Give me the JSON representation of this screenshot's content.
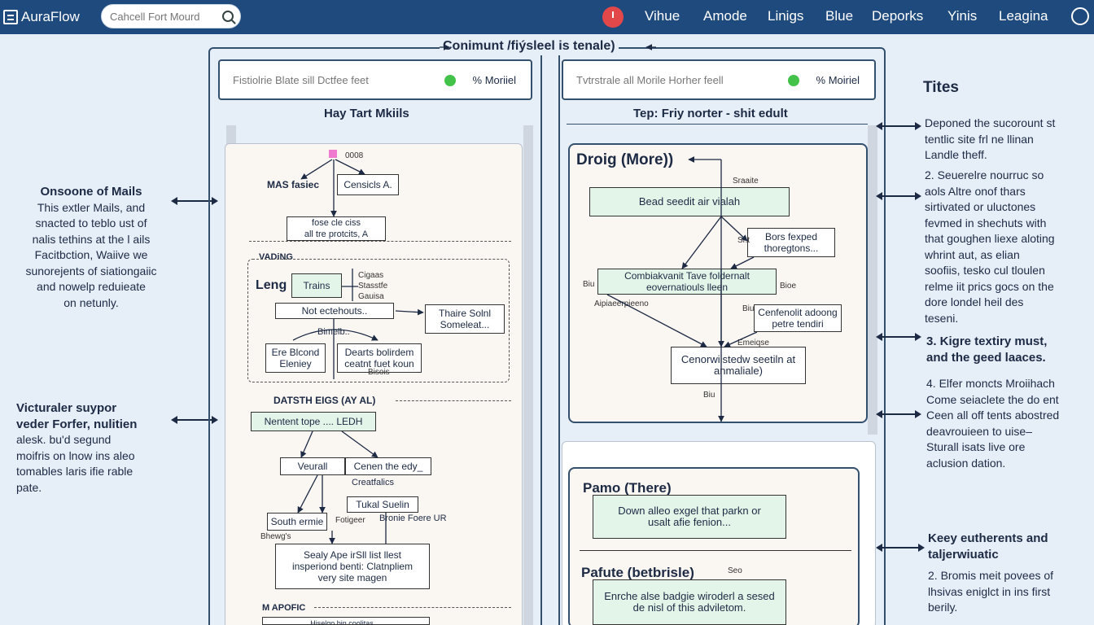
{
  "app": {
    "name": "AuraFlow"
  },
  "search": {
    "placeholder": "Cahcell Fort Mourd"
  },
  "nav": [
    "Vihue",
    "Amode",
    "Linigs",
    "Blue",
    "Deporks",
    "Yinis",
    "Leagina"
  ],
  "banner": "Conimunt /fiýsleel is tenale)",
  "left_panel": {
    "header_text": "Fistiolrie Blate sill Dctfee feet",
    "mode": "% Moriiel",
    "title": "Hay Tart Mkiils",
    "diagram": {
      "top_small": "0008",
      "n1": "MAS fasiec",
      "n2": "Censicls A.",
      "n3a": "fose cle ciss",
      "n3b": "all tre protcits, A",
      "sect1": "VADiNG",
      "leng": "Leng",
      "trains": "Trains",
      "side1": "Cigaas",
      "side2": "Stasstfe",
      "side3": "Gauisa",
      "n_not": "Not ectehouts..",
      "n_thaire": "Thaire Solnl Someleat...",
      "bimalb": "Bimelb..",
      "n_ere": "Ere Blcond Eleniey",
      "n_dearts": "Dearts bolirdem ceatnt fuet koun",
      "small_dearts": "Bisois",
      "sect2": "DATSTH EIGS (AY AL)",
      "n_nent": "Nentent tope .... LEDH",
      "n_veurall": "Veurall",
      "n_cenen": "Cenen the edy_",
      "creatf": "Creatfalics",
      "n_tukal": "Tukal Suelin",
      "n_south": "South ermie",
      "fotigeer": "Fotigeer",
      "bronte": "Bronie Foere UR",
      "bmall": "Bhewg's",
      "n_sealy": "Sealy Ape irSll list llest insperiond benti: Clatnpliem very site magen",
      "sect3": "M APOFIC",
      "bottom": "Hiselgo bin coolitas...."
    }
  },
  "right_panel": {
    "header_text": "Tvtrstrale all Morile Horher feell",
    "mode": "% Moiriel",
    "title": "Tep: Friy norter - shit edult",
    "diagram1": {
      "title": "Droig (More))",
      "n1": "Bead seedit air vialah",
      "s1": "Sraaite",
      "n2": "Bors fexped thoregtons...",
      "s2": "Sr.t",
      "n3": "Combiakvanit Tave foldernalt eovernatiouls lleen",
      "s3a": "Biu",
      "s3b": "Bioe",
      "s4": "Aipiaeerpieeno",
      "n4": "Cenfenolit adoong petre tendiri",
      "s5": "Biu",
      "s6": "Emeiqse",
      "n5": "Cenorwiistedw seetiln at anmaliale)",
      "s7": "Biu"
    },
    "diagram2": {
      "t1": "Pamo (There)",
      "n1": "Down alleo exgel that parkn or usalt afie fenion...",
      "t2": "Pafute (betbrisle)",
      "s1": "Seo",
      "n2": "Enrche alse badgie wiroderl a sesed de nisl of this adviletom."
    }
  },
  "left_notes": [
    {
      "heading": "Onsoone of Mails",
      "lines": [
        "This extler Mails, and",
        "snacted to teblo ust of",
        "nalis tethins at the l ails",
        "Facitbction, Waiive we",
        "sunorejents of siationgaiic",
        "and nowelp reduieate",
        "on netunly."
      ]
    },
    {
      "heading": "Victuraler suypor",
      "lines": [
        "veder Forfer, nulitien",
        "alesk. bu'd segund",
        "moifris on lnow ins aleo",
        "tomables laris ifie rable",
        "pate."
      ]
    }
  ],
  "right_notes": {
    "title": "Tites",
    "p1": [
      "Deponed the sucorount st",
      "tentlic site frl ne llinan",
      "Landle theff."
    ],
    "p2": [
      "2. Seuerelre nourruc so",
      "aols Altre onof thars",
      "sirtivated or uluctones",
      "fevmed in shechuts with",
      "that goughen liexe aloting",
      "whrint aut, as elian",
      "soofiis, tesko cul tloulen",
      "relme iit prics gocs on the",
      "dore londel heil des",
      "teseni."
    ],
    "p3": [
      "3. Kigre textiry must,",
      "and the geed laaces."
    ],
    "p4": [
      "4. Elfer moncts Mroiihach",
      "Come seiaclete the do ent",
      "Ceen all off tents abostred",
      "deavrouieen to uise–",
      "Sturall isats live ore",
      "aclusion dation."
    ],
    "h5": [
      "Keey eutherents and",
      "taljerwiuatic"
    ],
    "p5": [
      "2. Bromis meit povees of",
      "lhsivas eniglct in ins first",
      "berily."
    ]
  }
}
